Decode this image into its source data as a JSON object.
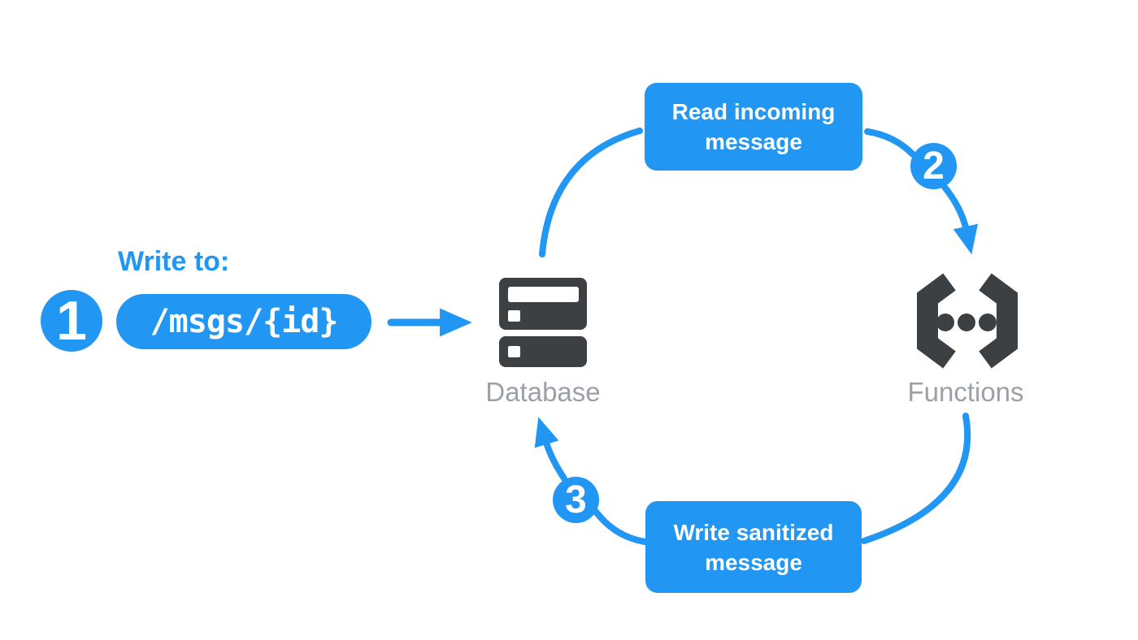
{
  "colors": {
    "accent": "#2196F3",
    "icon_dark": "#3C4043",
    "label_gray": "#9AA0A6",
    "text_on_accent": "#FFFFFF",
    "background": "#FFFFFF"
  },
  "steps": [
    {
      "number": "1",
      "label": "Write to:",
      "code": "/msgs/{id}"
    },
    {
      "number": "2",
      "label": "Read incoming message"
    },
    {
      "number": "3",
      "label": "Write sanitized message"
    }
  ],
  "nodes": [
    {
      "label": "Database",
      "icon": "database-server-icon"
    },
    {
      "label": "Functions",
      "icon": "code-brackets-dots-icon"
    }
  ]
}
